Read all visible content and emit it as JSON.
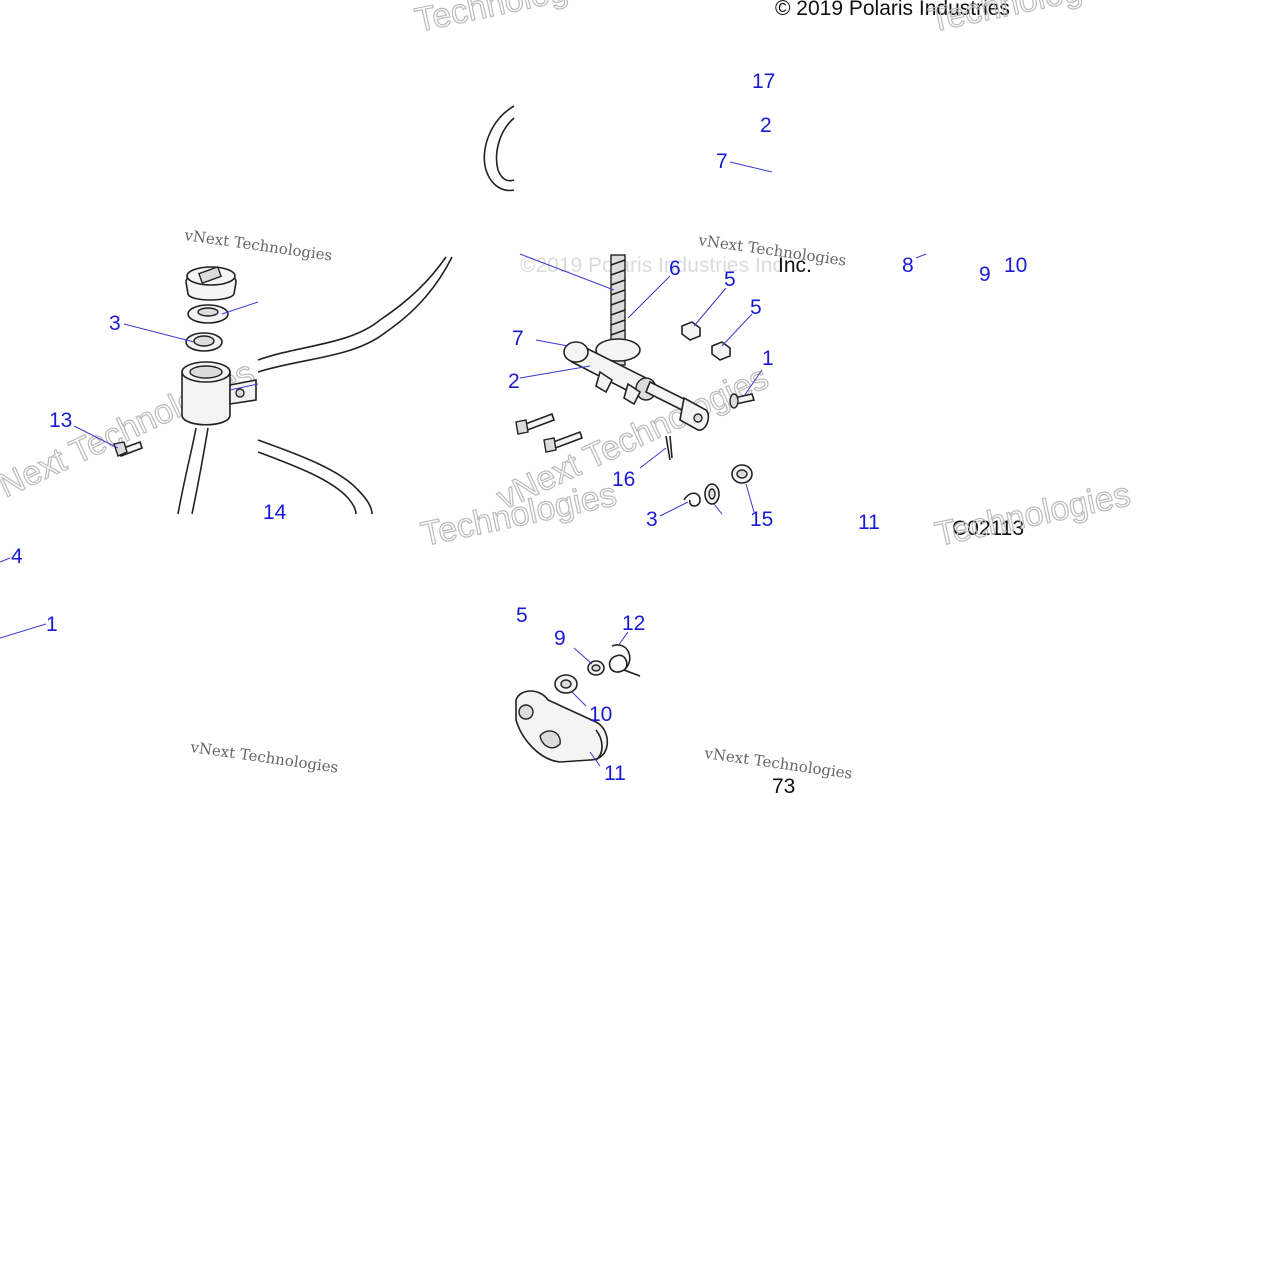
{
  "copyright": "© 2019 Polaris Industries",
  "partial_copyright": "©2019 Polaris Industries Inc.",
  "partial_copyright_tail": "Inc.",
  "diagram_code": "C02113",
  "page_fragment": "73",
  "watermark": {
    "serif": "vNext Technologies",
    "ghost": "vNext Technologies",
    "ghost_word": "Technologies"
  },
  "callouts": {
    "c3": "3",
    "c13": "13",
    "c14": "14",
    "c4": "4",
    "c1": "1",
    "c6": "6",
    "c5a": "5",
    "c5b": "5",
    "c7": "7",
    "c2": "2",
    "c16": "16",
    "c1b": "1",
    "c9": "9",
    "c10": "10",
    "c12": "12",
    "c5c": "5",
    "c17": "17",
    "c2b": "2",
    "c7b": "7",
    "c8": "8",
    "c9b": "9",
    "c10b": "10",
    "c11": "11",
    "c11b": "11",
    "c3b": "3",
    "c15": "15"
  },
  "colors": {
    "callout": "#1a1ad6",
    "line": "#222222",
    "watermark": "#bbbbbb"
  }
}
